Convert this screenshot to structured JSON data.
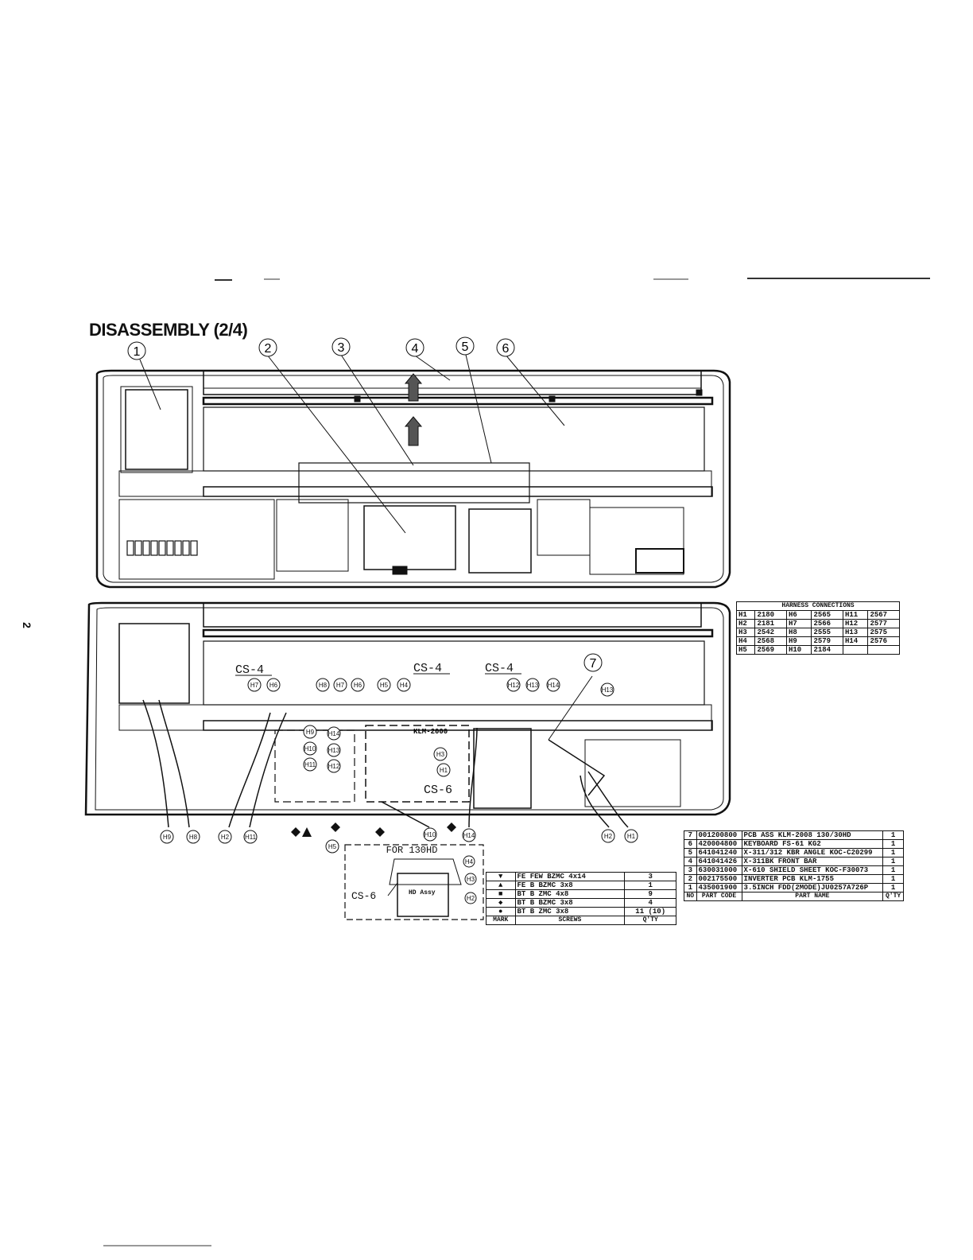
{
  "page_title": "DISASSEMBLY (2/4)",
  "page_number": "2",
  "callouts_top": [
    "1",
    "2",
    "3",
    "4",
    "5",
    "6"
  ],
  "callout_7": "7",
  "cs_labels": [
    "CS-4",
    "CS-4",
    "CS-4",
    "CS-6"
  ],
  "board_label": "KLM-2000",
  "hd_inset": {
    "title": "FOR 130HD",
    "label": "HD Assy",
    "cs_label": "CS-6"
  },
  "harness_labels_upper": [
    "H7",
    "H6",
    "H8",
    "H7",
    "H6",
    "H5",
    "H4",
    "H12",
    "H13",
    "H14",
    "H13"
  ],
  "harness_labels_mid": [
    "H9",
    "H10",
    "H11",
    "H14",
    "H13",
    "H12",
    "H3",
    "H1"
  ],
  "harness_labels_bottom": [
    "H9",
    "H8",
    "H2",
    "H11",
    "H5",
    "H10",
    "H14",
    "H2",
    "H1"
  ],
  "harness_labels_inset": [
    "H4",
    "H3",
    "H2"
  ],
  "harness_table": {
    "title": "HARNESS CONNECTIONS",
    "rows": [
      [
        "H1",
        "2180",
        "H6",
        "2565",
        "H11",
        "2567"
      ],
      [
        "H2",
        "2181",
        "H7",
        "2566",
        "H12",
        "2577"
      ],
      [
        "H3",
        "2542",
        "H8",
        "2555",
        "H13",
        "2575"
      ],
      [
        "H4",
        "2568",
        "H9",
        "2579",
        "H14",
        "2576"
      ],
      [
        "H5",
        "2569",
        "H10",
        "2184",
        "",
        ""
      ]
    ]
  },
  "parts_table": {
    "headers": [
      "NO",
      "PART CODE",
      "PART NAME",
      "Q'TY"
    ],
    "rows": [
      [
        "7",
        "001200800",
        "PCB ASS KLM-2008    130/30HD",
        "1"
      ],
      [
        "6",
        "420004800",
        "KEYBOARD FS-61 KG2",
        "1"
      ],
      [
        "5",
        "641041240",
        "X-311/312 KBR ANGLE KOC-C20299",
        "1"
      ],
      [
        "4",
        "641041426",
        "X-311BK FRONT BAR",
        "1"
      ],
      [
        "3",
        "630031000",
        "X-610 SHIELD SHEET KOC-F30073",
        "1"
      ],
      [
        "2",
        "002175500",
        "INVERTER PCB KLM-1755",
        "1"
      ],
      [
        "1",
        "435001900",
        "3.5INCH FDD(2MODE)JU0257A726P",
        "1"
      ]
    ]
  },
  "screws_table": {
    "headers": [
      "MARK",
      "SCREWS",
      "Q'TY"
    ],
    "rows": [
      [
        "▼",
        "FE FEW BZMC 4x14",
        "3"
      ],
      [
        "▲",
        "FE B   BZMC 3x8",
        "1"
      ],
      [
        "■",
        "BT B    ZMC 4x8",
        "9"
      ],
      [
        "◆",
        "BT B   BZMC 3x8",
        "4"
      ],
      [
        "●",
        "BT B    ZMC 3x8",
        "11 (10)"
      ]
    ]
  }
}
